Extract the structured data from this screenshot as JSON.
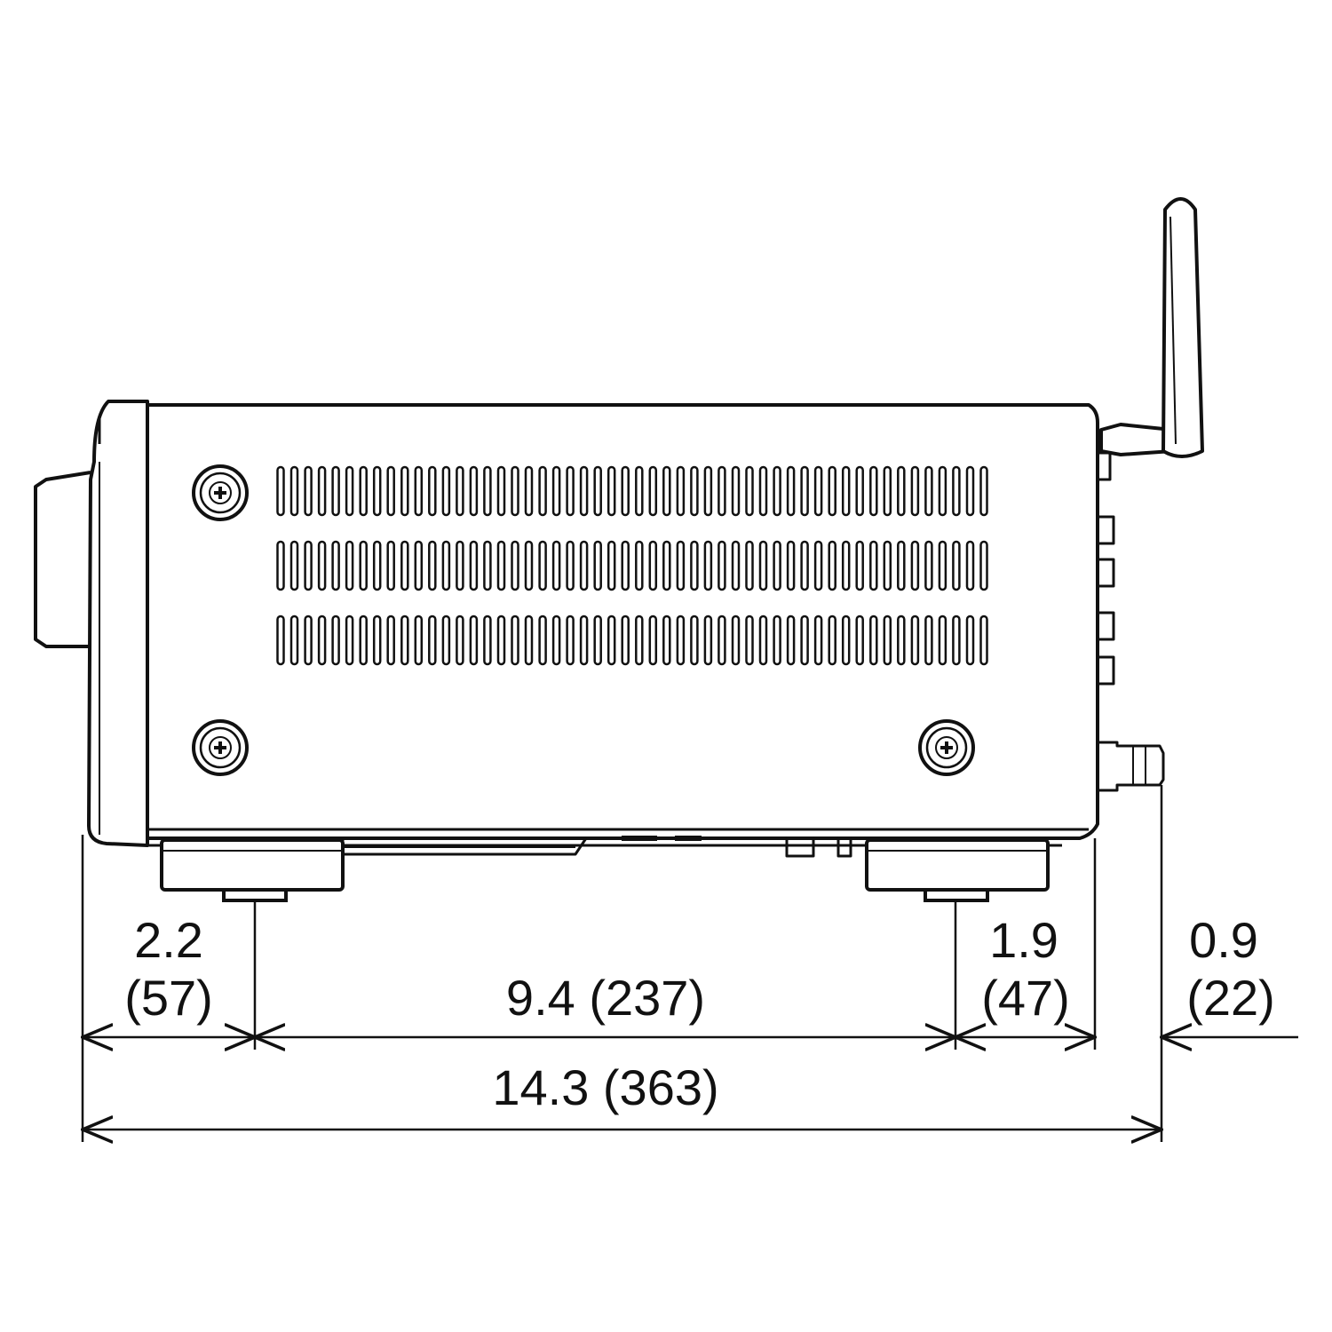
{
  "colors": {
    "line": "#111111",
    "background": "#ffffff"
  },
  "dimensions": {
    "front_overhang": {
      "inch": "2.2",
      "mm": "(57)"
    },
    "foot_span": {
      "label": "9.4 (237)"
    },
    "rear_foot": {
      "inch": "1.9",
      "mm": "(47)"
    },
    "rear_protrusion": {
      "inch": "0.9",
      "mm": "(22)"
    },
    "total_depth": {
      "label": "14.3 (363)"
    }
  },
  "vents": {
    "rows": 3,
    "slots_per_row": 52
  },
  "screws": 3
}
